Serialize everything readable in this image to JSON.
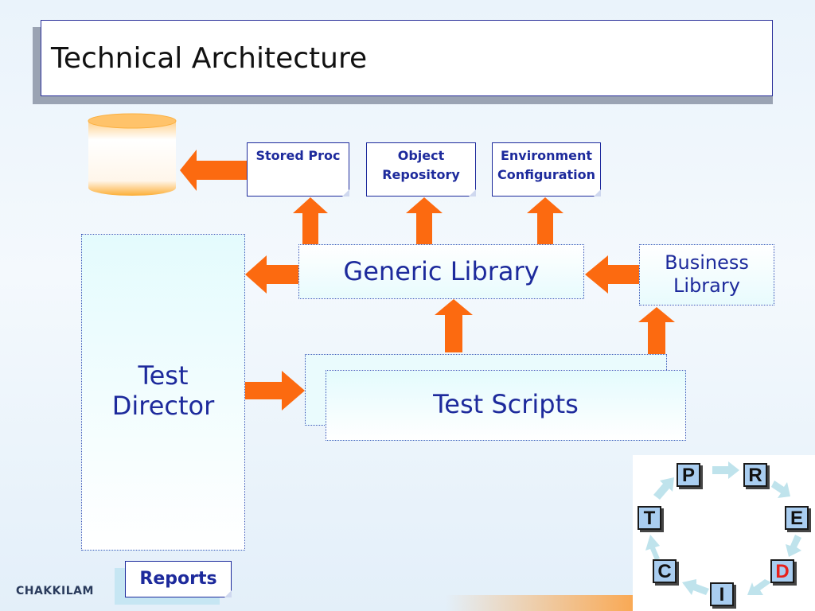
{
  "slide": {
    "title": "Technical Architecture"
  },
  "nodes": {
    "stored_proc": "Stored Proc",
    "object_repository": [
      "Object",
      "Repository"
    ],
    "environment_configuration": [
      "Environment",
      "Configuration"
    ],
    "generic_library": "Generic Library",
    "business_library": [
      "Business",
      "Library"
    ],
    "test_director": [
      "Test",
      "Director"
    ],
    "test_scripts": "Test Scripts",
    "reports": "Reports"
  },
  "brand": {
    "logo_text": "CHAKKILAM"
  },
  "predict_cycle": {
    "letters": [
      "P",
      "R",
      "E",
      "D",
      "I",
      "C",
      "T"
    ],
    "highlight_letter": "D",
    "highlight_color": "#e8201a"
  },
  "colors": {
    "arrow": "#fc6a10",
    "border": "#1d2a9c",
    "database": "#fcb23a"
  }
}
